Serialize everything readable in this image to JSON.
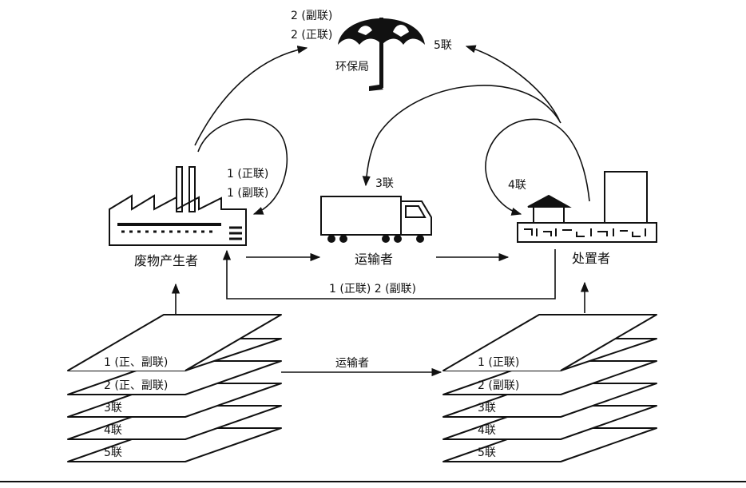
{
  "agency": {
    "name": "环保局",
    "received_top": "2 (副联)",
    "received_bottom": "2 (正联)",
    "right_copy": "5联"
  },
  "generator": {
    "name": "废物产生者",
    "self_copy_top": "1 (正联)",
    "self_copy_bottom": "1 (副联)"
  },
  "transporter": {
    "name": "运输者",
    "copy": "3联"
  },
  "disposer": {
    "name": "处置者",
    "copy": "4联"
  },
  "return_flow": "1 (正联) 2 (副联)",
  "left_stack": [
    "1 (正、副联)",
    "2 (正、副联)",
    "3联",
    "4联",
    "5联"
  ],
  "right_stack": [
    "1 (正联)",
    "2 (副联)",
    "3联",
    "4联",
    "5联"
  ],
  "stack_transfer": "运输者"
}
